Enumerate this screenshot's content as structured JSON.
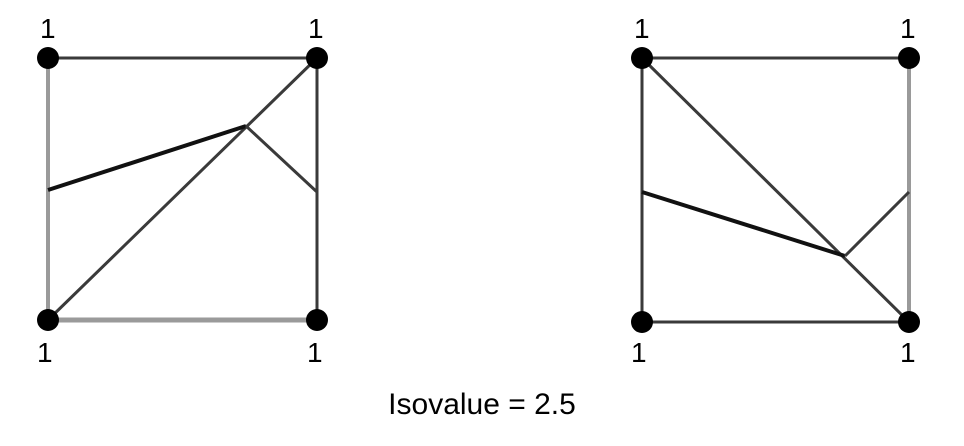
{
  "left": {
    "corner_labels": {
      "top_left": "1",
      "top_right": "1",
      "bottom_left": "1",
      "bottom_right": "1"
    }
  },
  "right": {
    "corner_labels": {
      "top_left": "1",
      "top_right": "1",
      "bottom_left": "1",
      "bottom_right": "1"
    }
  },
  "caption": "Isovalue = 2.5",
  "colors": {
    "dark_edge": "#3a3a3a",
    "light_edge": "#9a9a9a",
    "contour": "#111111",
    "vertex": "#000000"
  }
}
